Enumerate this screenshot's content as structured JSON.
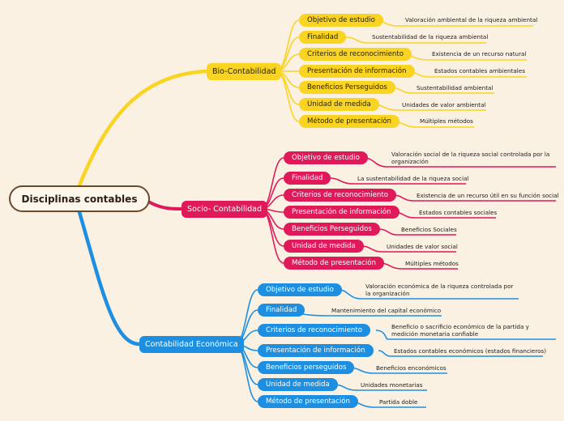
{
  "root": {
    "label": "Disciplinas contables"
  },
  "colors": {
    "yellow": "#f9d423",
    "red": "#e0195a",
    "blue": "#1e8fe0",
    "background": "#fbf1e3"
  },
  "branches": [
    {
      "label": "Bio-Contabilidad",
      "items": [
        {
          "label": "Objetivo de estudio",
          "detail": "Valoración ambiental de la riqueza ambiental"
        },
        {
          "label": "Finalidad",
          "detail": "Sustentabilidad de la riqueza ambiental"
        },
        {
          "label": "Criterios de reconocimiento",
          "detail": "Existencia de un recurso natural"
        },
        {
          "label": "Presentación de información",
          "detail": "Estados contables ambientales"
        },
        {
          "label": "Beneficios Perseguidos",
          "detail": "Sustentabilidad ambiental"
        },
        {
          "label": "Unidad de medida",
          "detail": "Unidades de valor ambiental"
        },
        {
          "label": "Método de presentación",
          "detail": "Múltiples métodos"
        }
      ]
    },
    {
      "label": "Socio- Contabilidad",
      "items": [
        {
          "label": "Objetivo de estudio",
          "detail": "Valoración social de la riqueza social controlada por la organización"
        },
        {
          "label": "Finalidad",
          "detail": "La sustentabilidad de la riqueza social"
        },
        {
          "label": "Criterios de reconocimiento",
          "detail": "Existencia de un recurso útil en su función social"
        },
        {
          "label": "Presentación de información",
          "detail": "Estados contables sociales"
        },
        {
          "label": "Beneficios Perseguidos",
          "detail": "Beneficios Sociales"
        },
        {
          "label": "Unidad de medida",
          "detail": "Unidades de valor social"
        },
        {
          "label": "Método de presentación",
          "detail": "Múltiples métodos"
        }
      ]
    },
    {
      "label": "Contabilidad Económica",
      "items": [
        {
          "label": "Objetivo de estudio",
          "detail": "Valoración económica de la riqueza controlada por la organización"
        },
        {
          "label": "Finalidad",
          "detail": "Mantenimiento del capital económico"
        },
        {
          "label": "Criterios de reconocimiento",
          "detail": "Beneficio o sacrificio económico de la partida y medición monetaria confiable"
        },
        {
          "label": "Presentación de información",
          "detail": "Estados contables económicos (estados financieros)"
        },
        {
          "label": "Beneficios perseguidos",
          "detail": "Beneficios enconómicos"
        },
        {
          "label": "Unidad de medida",
          "detail": "Unidades monetarias"
        },
        {
          "label": "Método de presentación",
          "detail": "Partida doble"
        }
      ]
    }
  ]
}
